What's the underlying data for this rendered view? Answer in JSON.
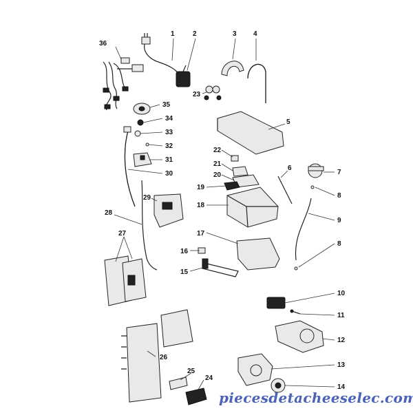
{
  "labels": {
    "l1": "1",
    "l2": "2",
    "l3": "3",
    "l4": "4",
    "l5": "5",
    "l6": "6",
    "l7": "7",
    "l8a": "8",
    "l8b": "8",
    "l9": "9",
    "l10": "10",
    "l11": "11",
    "l12": "12",
    "l13": "13",
    "l14": "14",
    "l15": "15",
    "l16": "16",
    "l17": "17",
    "l18": "18",
    "l19": "19",
    "l20": "20",
    "l21": "21",
    "l22": "22",
    "l23": "23",
    "l24": "24",
    "l25": "25",
    "l26": "26",
    "l27": "27",
    "l28": "28",
    "l29": "29",
    "l30": "30",
    "l31": "31",
    "l32": "32",
    "l33": "33",
    "l34": "34",
    "l35": "35",
    "l36": "36"
  },
  "watermark": "piecesdetacheeselec.com",
  "colors": {
    "watermark": "#4a63b8",
    "line": "#222222",
    "part_fill": "#e9e9e9"
  }
}
